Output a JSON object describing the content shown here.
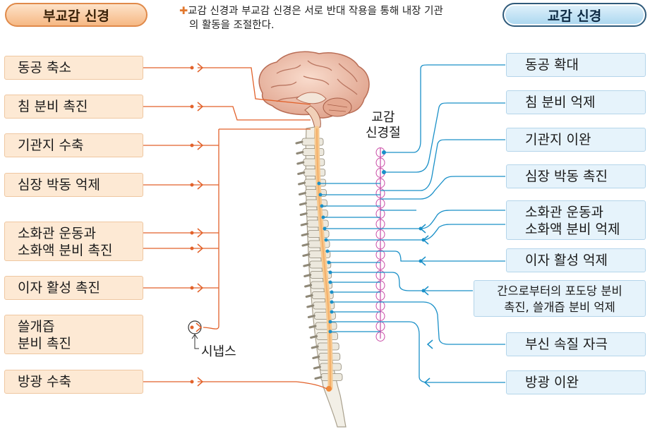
{
  "headers": {
    "parasympathetic": "부교감 신경",
    "sympathetic": "교감 신경"
  },
  "note": {
    "line1": "교감 신경과 부교감 신경은 서로 반대 작용을 통해 내장 기관",
    "line2": "의 활동을 조절한다."
  },
  "parasympathetic_effects": [
    {
      "line1": "동공  축소",
      "line2": ""
    },
    {
      "line1": "침  분비  촉진",
      "line2": ""
    },
    {
      "line1": "기관지  수축",
      "line2": ""
    },
    {
      "line1": "심장  박동  억제",
      "line2": ""
    },
    {
      "line1": "소화관  운동과",
      "line2": "소화액  분비  촉진"
    },
    {
      "line1": "이자  활성  촉진",
      "line2": ""
    },
    {
      "line1": "쓸개즙",
      "line2": "분비  촉진"
    },
    {
      "line1": "방광  수축",
      "line2": ""
    }
  ],
  "sympathetic_effects": [
    {
      "line1": "동공  확대",
      "line2": ""
    },
    {
      "line1": "침  분비  억제",
      "line2": ""
    },
    {
      "line1": "기관지  이완",
      "line2": ""
    },
    {
      "line1": "심장  박동  촉진",
      "line2": ""
    },
    {
      "line1": "소화관  운동과",
      "line2": "소화액  분비  억제"
    },
    {
      "line1": "이자  활성  억제",
      "line2": ""
    },
    {
      "line1": "간으로부터의 포도당 분비",
      "line2": "촉진, 쓸개즙 분비 억제"
    },
    {
      "line1": "부신  속질  자극",
      "line2": ""
    },
    {
      "line1": "방광  이완",
      "line2": ""
    }
  ],
  "labels": {
    "ganglion_line1": "교감",
    "ganglion_line2": "신경절",
    "synapse": "시냅스"
  },
  "colors": {
    "parasympathetic_line": "#e2622b",
    "sympathetic_line": "#1a90c8",
    "ganglion": "#c94aa6",
    "para_box": "#fde9d4",
    "symp_box": "#e6f3fb"
  }
}
